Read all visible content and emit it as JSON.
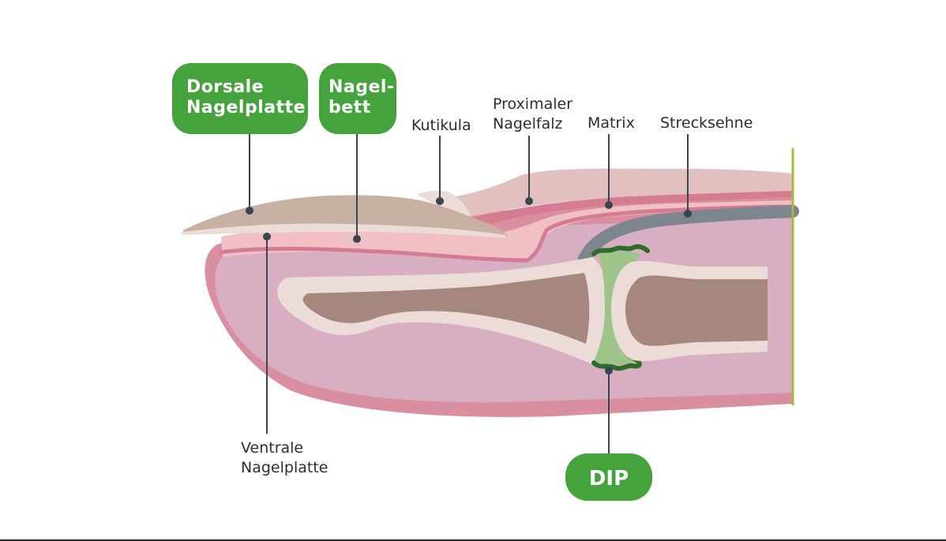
{
  "colors": {
    "badge_green": "#44a33c",
    "skin_outer": "#d98fa0",
    "skin_inner": "#d8aec3",
    "nail_plate": "#c8b0a2",
    "nail_bed": "#f0c0c4",
    "fold": "#e2c0c0",
    "bone_outline": "#ecdcd8",
    "bone_marrow": "#a6877e",
    "joint_cartilage": "#9ec48a",
    "joint_capsule": "#2f6b2a",
    "tendon": "#7d858e",
    "edge_line": "#a8b83c"
  },
  "labels": {
    "dorsal_plate_line1": "Dorsale",
    "dorsal_plate_line2": "Nagelplatte",
    "nail_bed_line1": "Nagel-",
    "nail_bed_line2": "bett",
    "cuticle": "Kutikula",
    "proximal_fold_line1": "Proximaler",
    "proximal_fold_line2": "Nagelfalz",
    "matrix": "Matrix",
    "extensor_tendon": "Strecksehne",
    "ventral_plate_line1": "Ventrale",
    "ventral_plate_line2": "Nagelplatte",
    "dip": "DIP"
  },
  "icons": {
    "leader_dot": "circle-dot-icon"
  }
}
